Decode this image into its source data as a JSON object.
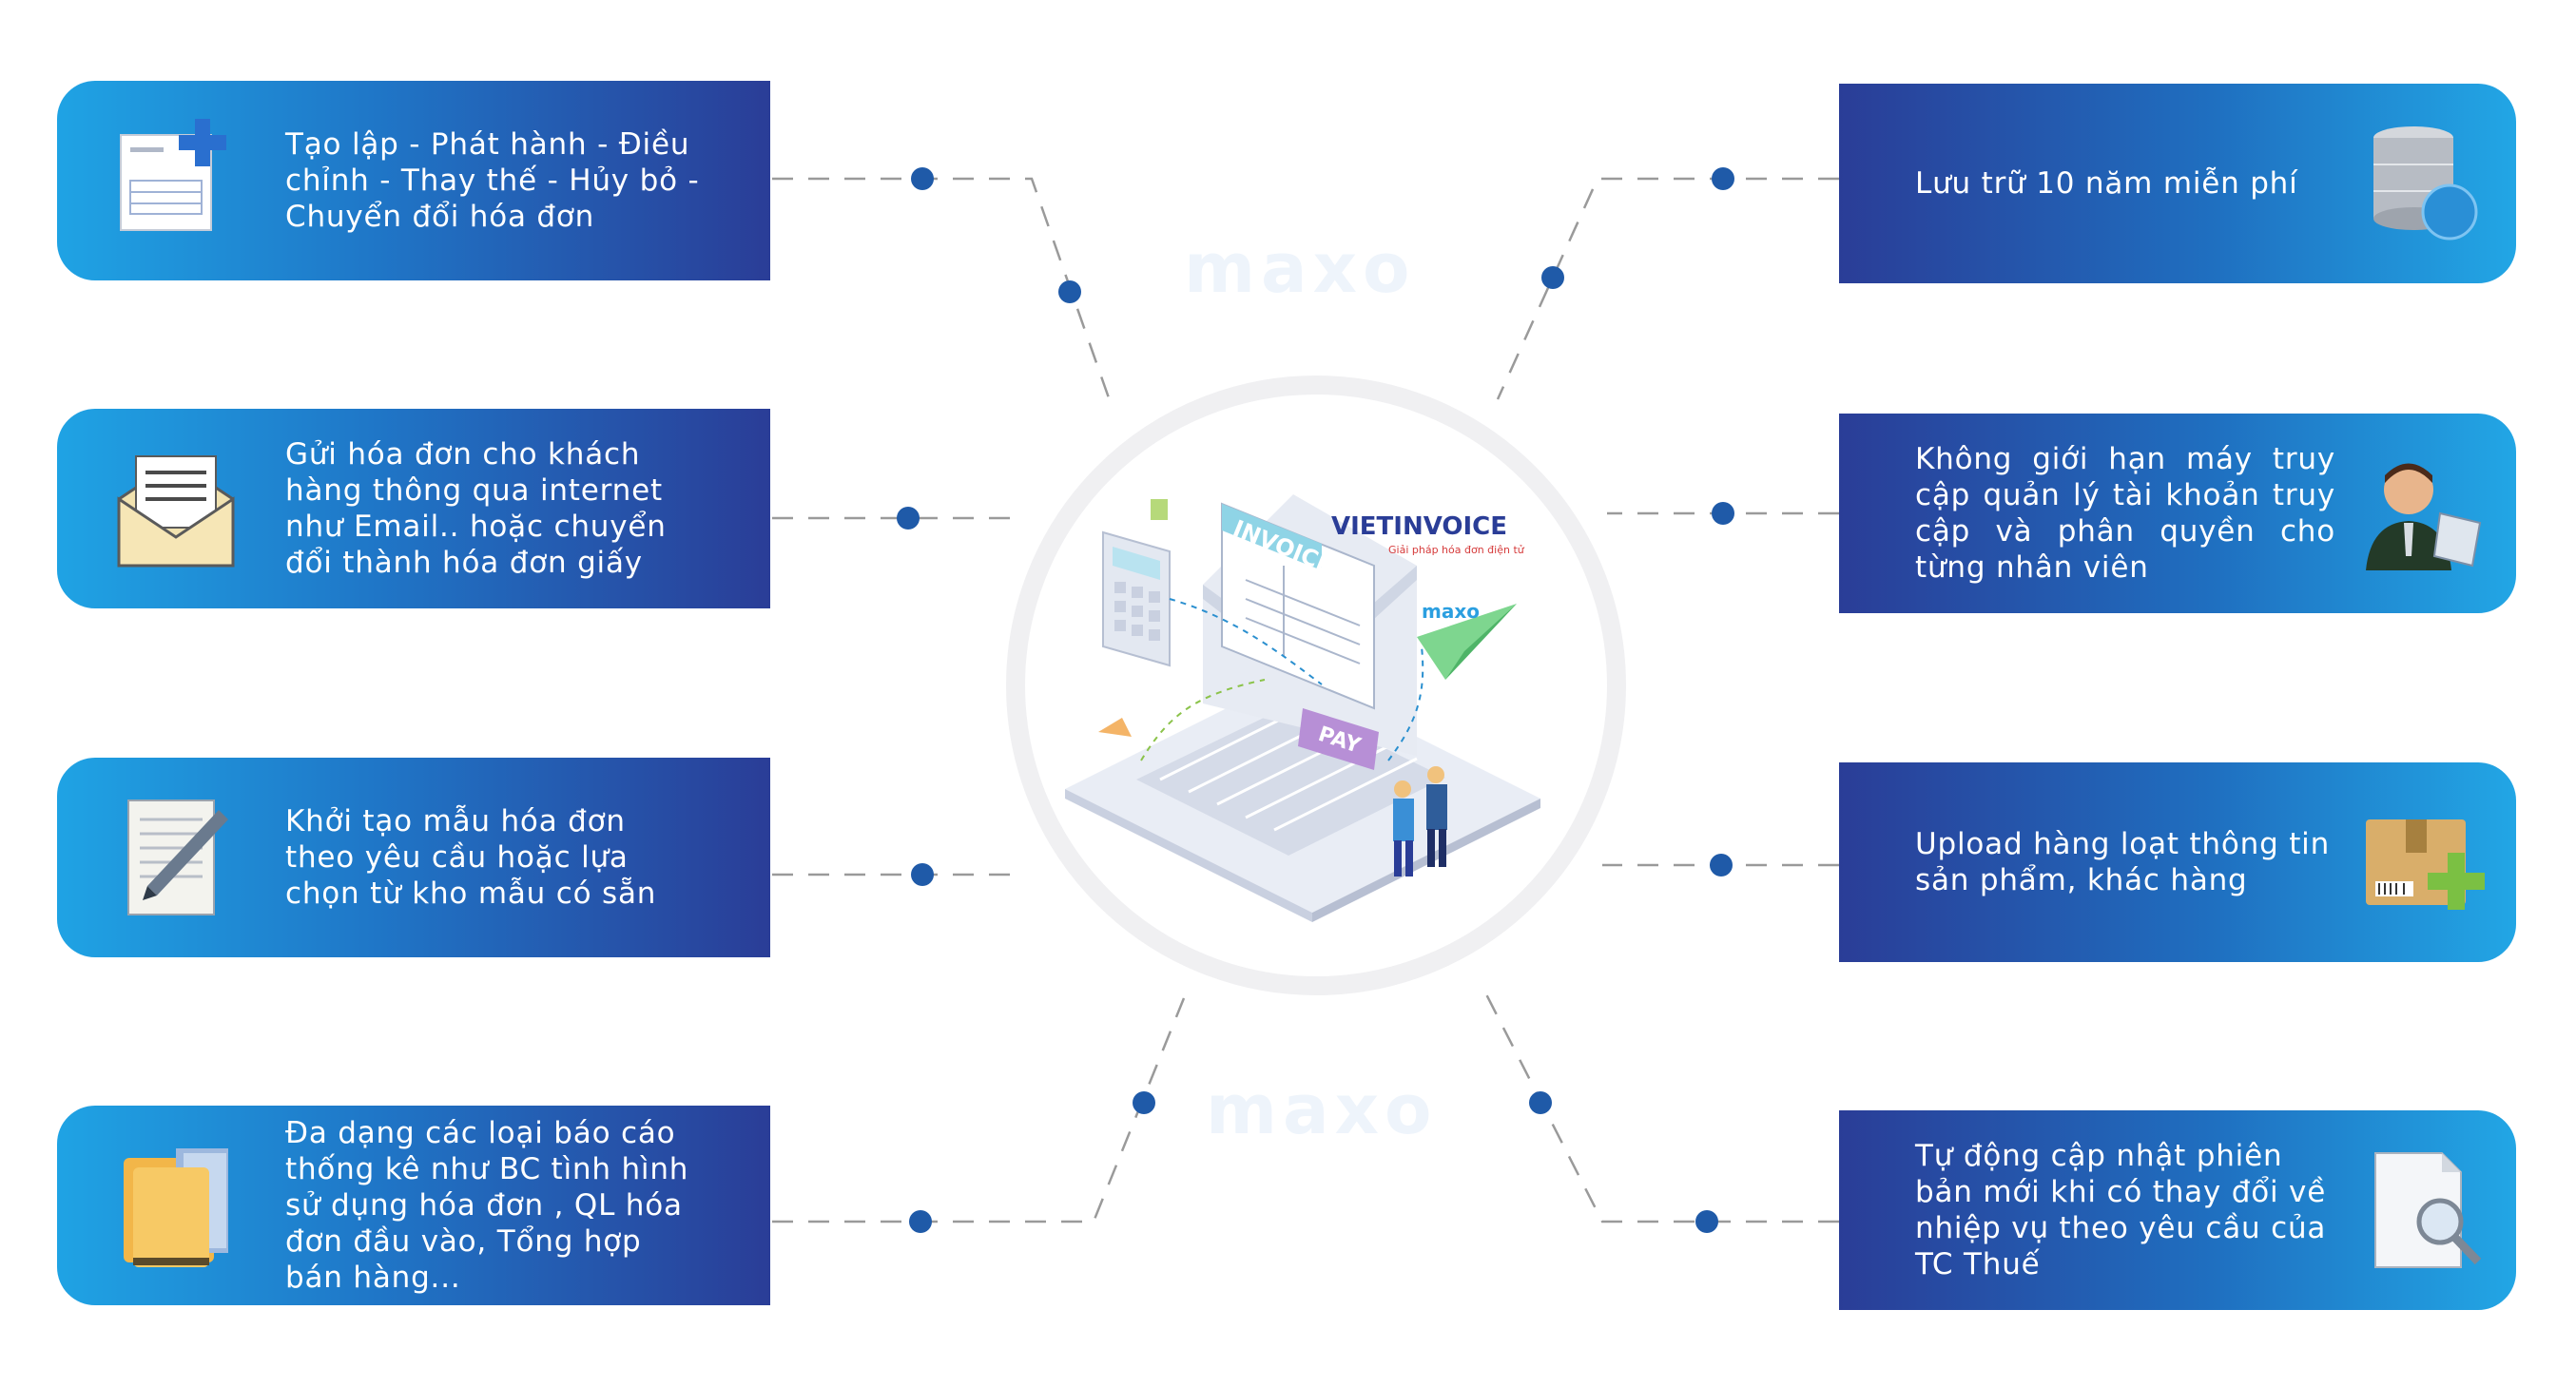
{
  "center": {
    "brand": "VIETINVOICE",
    "tagline": "Giải pháp hóa đơn điện tử",
    "invoice_label": "INVOICE",
    "pay_label": "PAY",
    "plane_label": "maxo",
    "watermark": "maxo"
  },
  "features_left": [
    {
      "text": "Tạo lập - Phát hành - Điều chỉnh - Thay thế - Hủy bỏ - Chuyển đổi hóa đơn",
      "icon": "invoice-create-icon"
    },
    {
      "text": "Gửi hóa đơn cho khách hàng thông qua internet như Email.. hoặc chuyển đổi thành hóa đơn giấy",
      "icon": "envelope-icon"
    },
    {
      "text": "Khởi tạo mẫu hóa đơn theo yêu cầu hoặc lựa chọn từ kho mẫu có sẵn",
      "icon": "pen-document-icon"
    },
    {
      "text": "Đa dạng các loại báo cáo thống kê như BC tình hình sử dụng hóa đơn , QL hóa đơn đầu vào, Tổng hợp bán hàng...",
      "icon": "folder-icon"
    }
  ],
  "features_right": [
    {
      "text": "Lưu trữ 10 năm miễn phí",
      "icon": "database-globe-icon"
    },
    {
      "text": "Không giới hạn máy truy cập quản lý tài khoản truy cập và phân quyền cho từng nhân viên",
      "icon": "user-manager-icon"
    },
    {
      "text": "Upload hàng loạt thông tin sản phẩm, khác hàng",
      "icon": "box-add-icon"
    },
    {
      "text": "Tự động cập nhật phiên bản mới khi có thay đổi về nhiệp vụ theo yêu cầu của TC Thuế",
      "icon": "document-search-icon"
    }
  ],
  "colors": {
    "dark_blue": "#2a3d97",
    "light_blue": "#1fa3e4",
    "dot": "#1f5aa8",
    "dash": "#9a9a9a"
  }
}
